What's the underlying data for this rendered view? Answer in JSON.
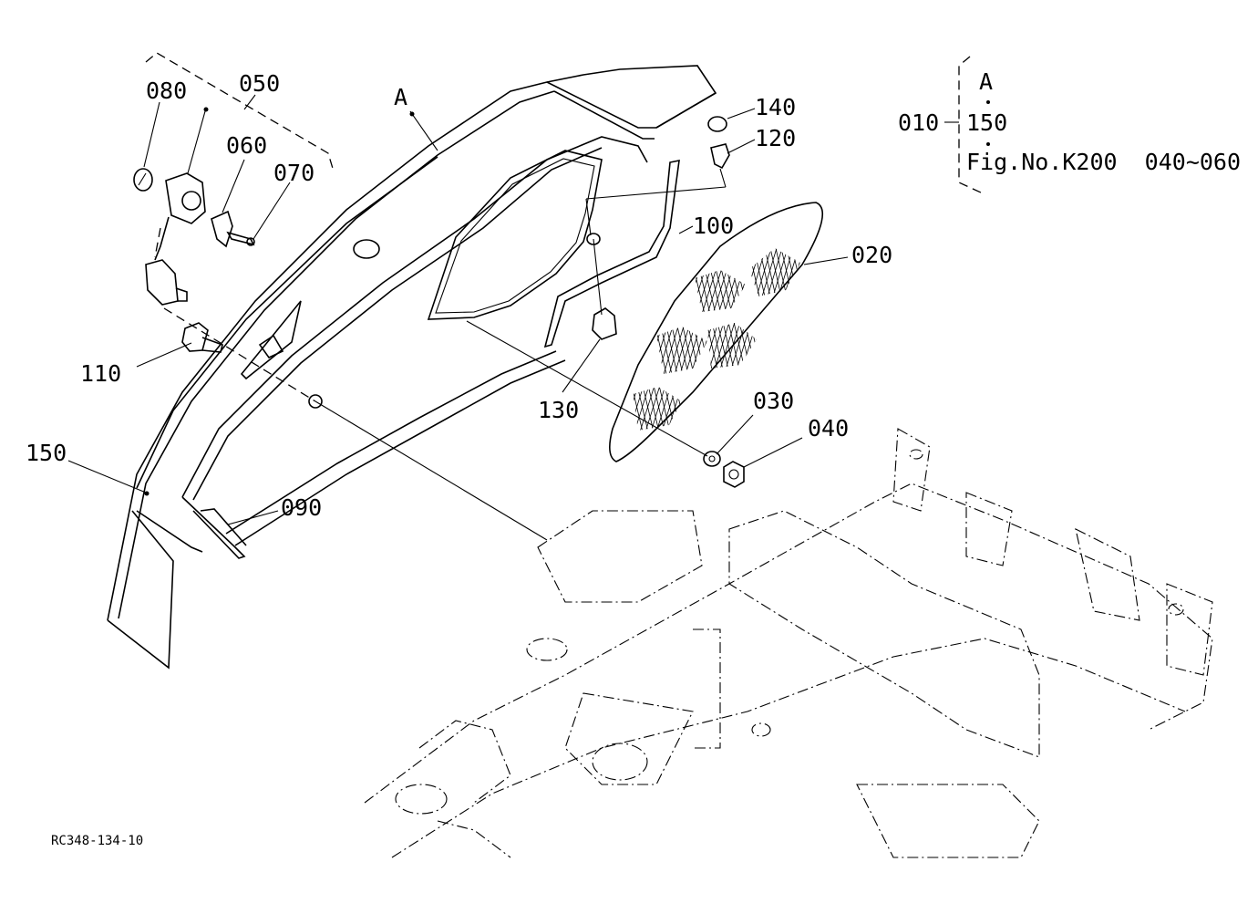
{
  "parts": {
    "p080": "080",
    "p050": "050",
    "p060": "060",
    "p070": "070",
    "pA": "A",
    "p140": "140",
    "p120": "120",
    "p100": "100",
    "p020": "020",
    "p110": "110",
    "p130": "130",
    "p030": "030",
    "p040": "040",
    "p150": "150",
    "p090": "090"
  },
  "legend": {
    "assembly": "010",
    "line1": "A",
    "line2": "150",
    "line3": "Fig.No.K200  040~060"
  },
  "figure_code": "RC348-134-10"
}
